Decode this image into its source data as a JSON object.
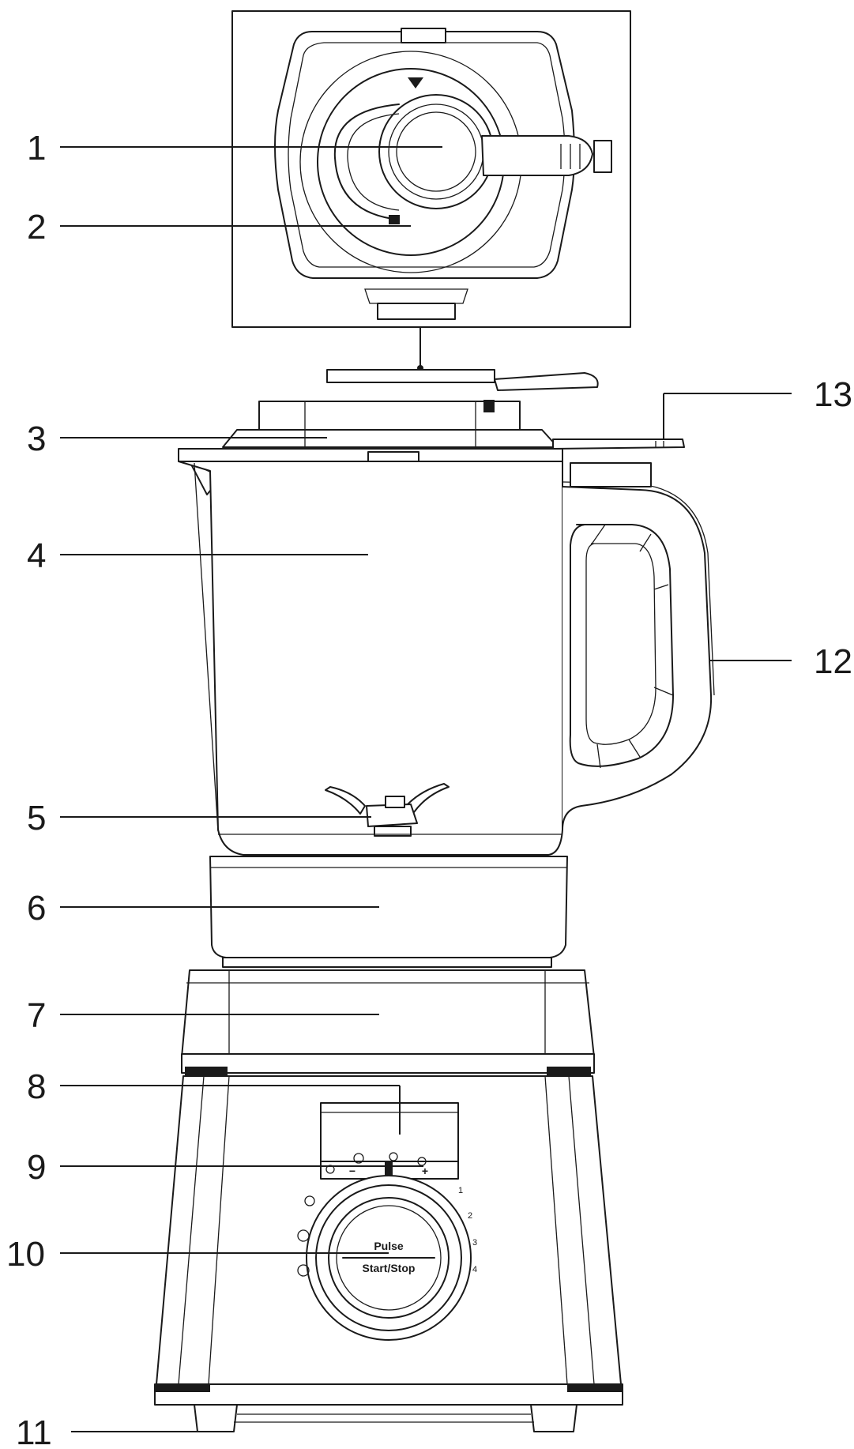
{
  "callouts": [
    {
      "id": "1",
      "label": "1"
    },
    {
      "id": "2",
      "label": "2"
    },
    {
      "id": "3",
      "label": "3"
    },
    {
      "id": "4",
      "label": "4"
    },
    {
      "id": "5",
      "label": "5"
    },
    {
      "id": "6",
      "label": "6"
    },
    {
      "id": "7",
      "label": "7"
    },
    {
      "id": "8",
      "label": "8"
    },
    {
      "id": "9",
      "label": "9"
    },
    {
      "id": "10",
      "label": "10"
    },
    {
      "id": "11",
      "label": "11"
    },
    {
      "id": "12",
      "label": "12"
    },
    {
      "id": "13",
      "label": "13"
    }
  ],
  "controls": {
    "knob_top": "Pulse",
    "knob_bottom": "Start/Stop",
    "minus": "−",
    "plus": "+"
  },
  "dial_marks": [
    "1",
    "2",
    "3",
    "4"
  ]
}
